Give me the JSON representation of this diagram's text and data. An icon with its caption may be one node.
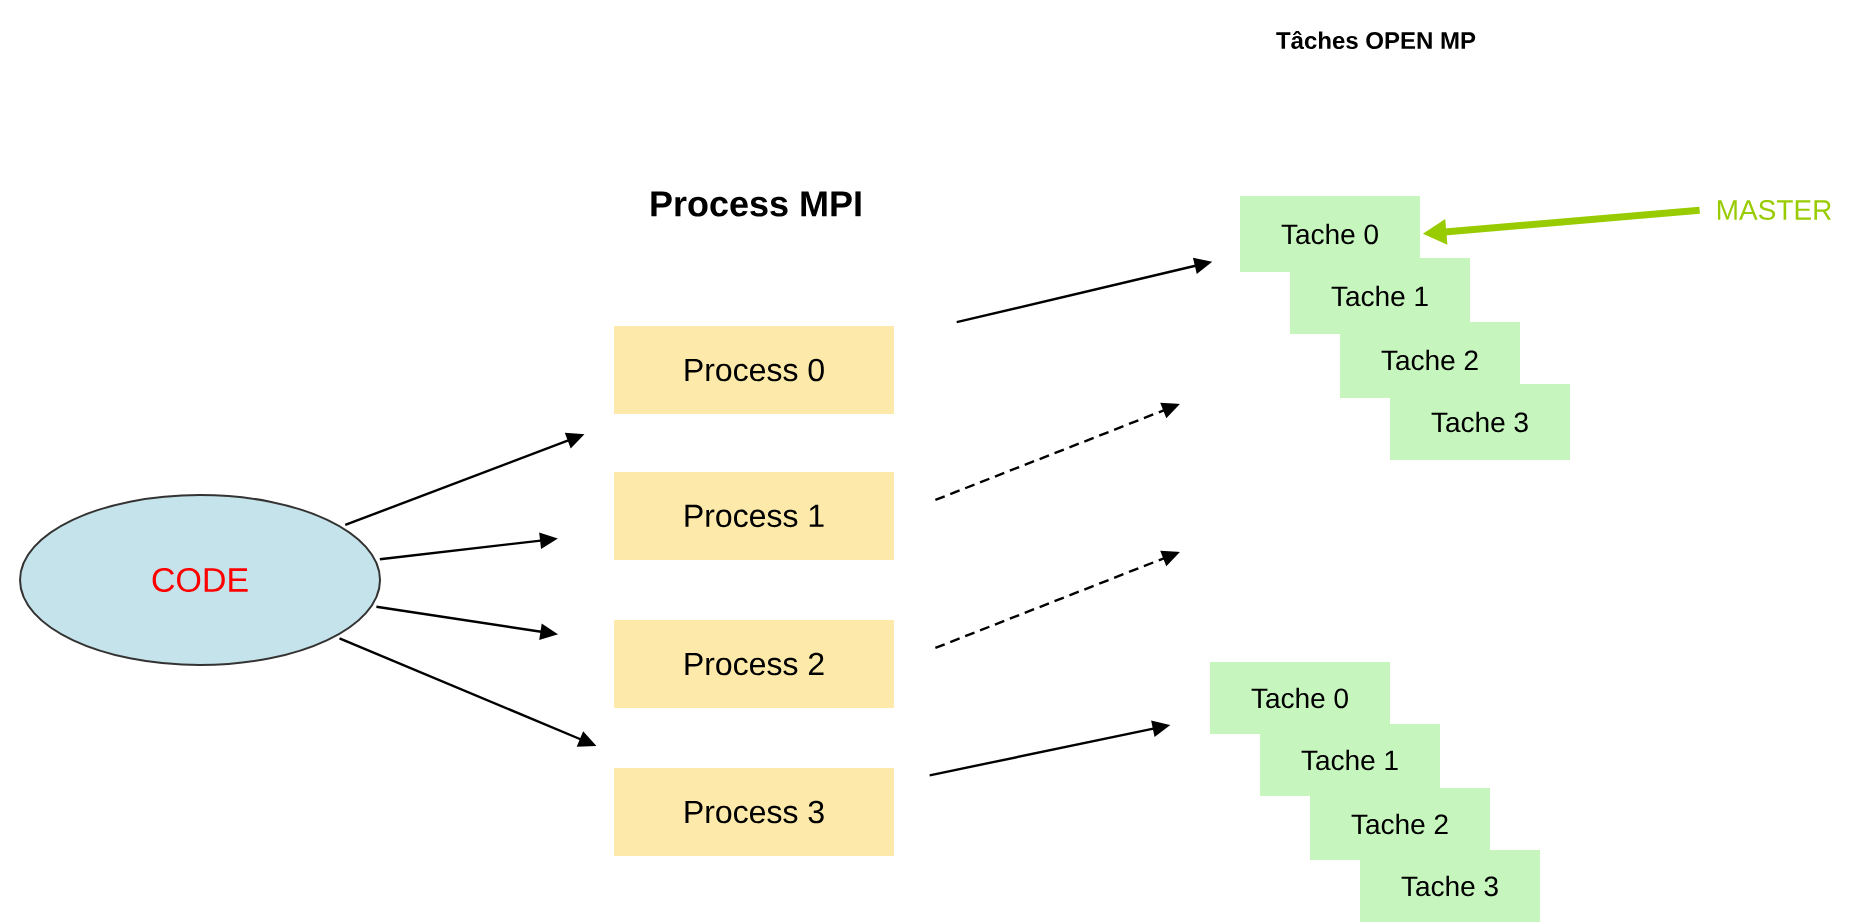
{
  "diagram": {
    "nodes": [
      {
        "text": [
          "CODE"
        ]
      },
      {
        "text": [
          "Process 0"
        ]
      },
      {
        "text": [
          "Process 1"
        ]
      },
      {
        "text": [
          "Process 2"
        ]
      },
      {
        "text": [
          "Process 3"
        ]
      },
      {
        "text": [
          "Tache 0"
        ]
      },
      {
        "text": [
          "Tache 1"
        ]
      },
      {
        "text": [
          "Tache 2"
        ]
      },
      {
        "text": [
          "Tache 3"
        ]
      },
      {
        "text": [
          "Tache 0"
        ]
      },
      {
        "text": [
          "Tache 1"
        ]
      },
      {
        "text": [
          "Tache 2"
        ]
      },
      {
        "text": [
          "Tache 3"
        ]
      },
      {
        "text": [
          "MASTER"
        ]
      }
    ],
    "edges": [
      {
        "from": 0,
        "to": 1,
        "arrow": "to"
      },
      {
        "from": 0,
        "to": 2,
        "arrow": "to"
      },
      {
        "from": 0,
        "to": 3,
        "arrow": "to"
      },
      {
        "from": 0,
        "to": 4,
        "arrow": "to"
      },
      {
        "from": 1,
        "to": 5,
        "arrow": "to"
      },
      {
        "from": 2,
        "to": null,
        "arrow": "to",
        "style": "dashed"
      },
      {
        "from": 3,
        "to": null,
        "arrow": "to",
        "style": "dashed"
      },
      {
        "from": 4,
        "to": 9,
        "arrow": "to"
      },
      {
        "from": 13,
        "to": 5,
        "arrow": "to",
        "style": "thick",
        "color": "#99cc00"
      }
    ],
    "labels": [
      "Tâches OPEN MP",
      "Process MPI"
    ]
  }
}
